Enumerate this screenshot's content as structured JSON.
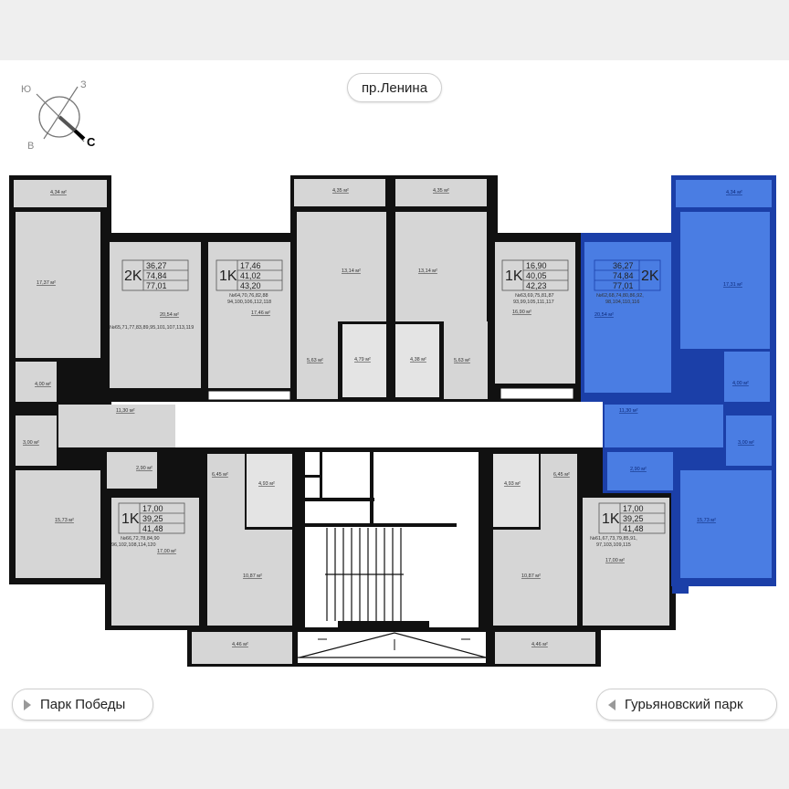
{
  "compass": {
    "south": "Ю",
    "west": "З",
    "east": "В",
    "north": "С"
  },
  "streets": {
    "top": "пр.Ленина",
    "bottom_left": "Парк Победы",
    "bottom_right": "Гурьяновский парк"
  },
  "colors": {
    "wall": "#111111",
    "room": "#d6d6d6",
    "selected_fill": "#4a7de3",
    "selected_wall": "#1b3fa8",
    "background": "#efefef"
  },
  "apartments": [
    {
      "type": "2K",
      "areas": [
        "36,27",
        "74,84",
        "77,01"
      ],
      "numbers": [
        "№65,71,77,83,89,95,101,107,113,119"
      ],
      "selected": false
    },
    {
      "type": "1K",
      "areas": [
        "17,46",
        "41,02",
        "43,20"
      ],
      "numbers": [
        "№64,70,76,82,88",
        "94,100,106,112,118"
      ],
      "selected": false
    },
    {
      "type": "1K",
      "areas": [
        "16,90",
        "40,05",
        "42,23"
      ],
      "numbers": [
        "№63,69,75,81,87",
        "93,99,105,111,117"
      ],
      "selected": false
    },
    {
      "type": "2K",
      "areas": [
        "36,27",
        "74,84",
        "77,01"
      ],
      "numbers": [
        "№62,68,74,80,86,92,",
        "98,104,110,116"
      ],
      "selected": true
    },
    {
      "type": "1K",
      "areas": [
        "17,00",
        "39,25",
        "41,48"
      ],
      "numbers": [
        "№66,72,78,84,90",
        "96,102,108,114,120"
      ],
      "selected": false
    },
    {
      "type": "1K",
      "areas": [
        "17,00",
        "39,25",
        "41,48"
      ],
      "numbers": [
        "№61,67,73,79,85,91,",
        "97,103,109,115"
      ],
      "selected": false
    }
  ],
  "rooms": [
    "4,34 м²",
    "17,37 м²",
    "20,54 м²",
    "4,00 м²",
    "11,30 м²",
    "3,00 м²",
    "2,90 м²",
    "15,73 м²",
    "17,46 м²",
    "4,35 м²",
    "13,14 м²",
    "5,63 м²",
    "4,79 м²",
    "4,35 м²",
    "13,14 м²",
    "4,38 м²",
    "5,63 м²",
    "16,90 м²",
    "4,34 м²",
    "17,31 м²",
    "20,54 м²",
    "4,00 м²",
    "11,30 м²",
    "3,00 м²",
    "2,90 м²",
    "15,73 м²",
    "6,45 м²",
    "4,93 м²",
    "17,00 м²",
    "10,87 м²",
    "4,46 м²",
    "6,45 м²",
    "4,93 м²",
    "17,00 м²",
    "10,87 м²",
    "4,46 м²"
  ]
}
